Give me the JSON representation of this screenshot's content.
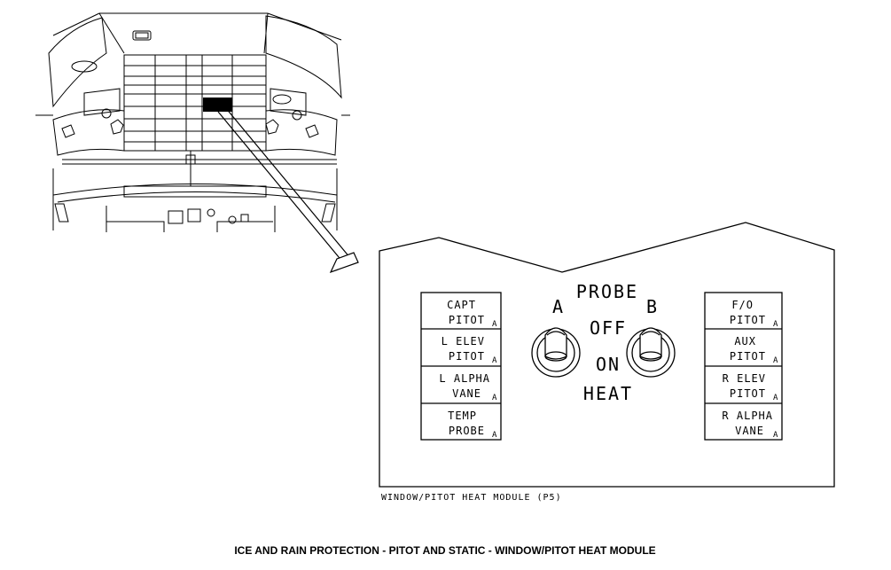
{
  "panel": {
    "caption": "WINDOW/PITOT HEAT MODULE (P5)",
    "switch_title": "PROBE",
    "switch_a": "A",
    "switch_b": "B",
    "pos_off": "OFF",
    "pos_on": "ON",
    "pos_heat": "HEAT",
    "left_lights": [
      {
        "line1": "CAPT",
        "line2": "PITOT",
        "sub": "A"
      },
      {
        "line1": "L ELEV",
        "line2": "PITOT",
        "sub": "A"
      },
      {
        "line1": "L ALPHA",
        "line2": "VANE",
        "sub": "A"
      },
      {
        "line1": "TEMP",
        "line2": "PROBE",
        "sub": "A"
      }
    ],
    "right_lights": [
      {
        "line1": "F/O",
        "line2": "PITOT",
        "sub": "A"
      },
      {
        "line1": "AUX",
        "line2": "PITOT",
        "sub": "A"
      },
      {
        "line1": "R ELEV",
        "line2": "PITOT",
        "sub": "A"
      },
      {
        "line1": "R ALPHA",
        "line2": "VANE",
        "sub": "A"
      }
    ]
  },
  "figure_title": "ICE AND RAIN PROTECTION - PITOT AND STATIC - WINDOW/PITOT HEAT MODULE"
}
